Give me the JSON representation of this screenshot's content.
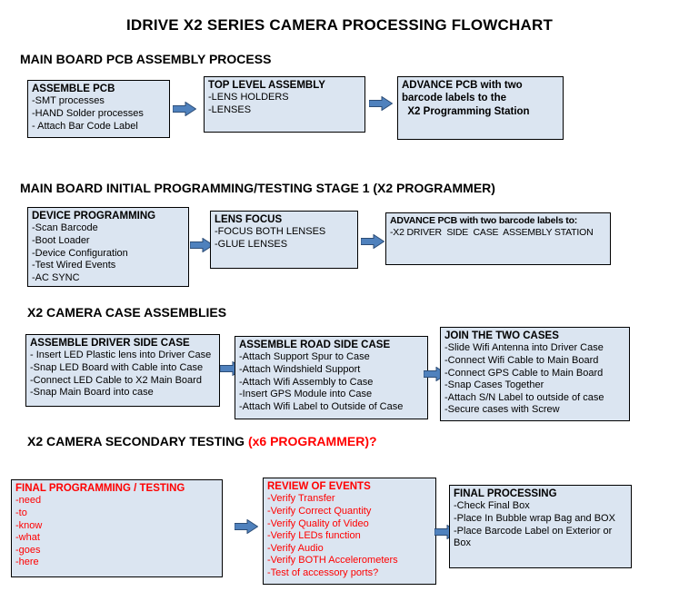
{
  "title": "IDRIVE X2  SERIES CAMERA PROCESSING FLOWCHART",
  "colors": {
    "box_background": "#dbe5f1",
    "box_border": "#000000",
    "arrow_fill": "#4f81bd",
    "arrow_outline": "#2d4d76",
    "alert_red": "#ff0000"
  },
  "sections": [
    {
      "heading": "MAIN BOARD PCB ASSEMBLY PROCESS",
      "boxes": [
        {
          "title": "ASSEMBLE PCB",
          "lines": [
            "-SMT processes",
            "-HAND Solder processes",
            "- Attach Bar Code Label"
          ]
        },
        {
          "title": "TOP LEVEL ASSEMBLY",
          "lines": [
            "-LENS HOLDERS",
            "-LENSES"
          ]
        },
        {
          "title": "",
          "lines": [
            "ADVANCE PCB with two",
            "barcode labels to the",
            "  X2 Programming Station"
          ]
        }
      ]
    },
    {
      "heading": "MAIN BOARD INITIAL PROGRAMMING/TESTING STAGE 1 (X2 PROGRAMMER)",
      "boxes": [
        {
          "title": "DEVICE PROGRAMMING",
          "lines": [
            "-Scan Barcode",
            "-Boot Loader",
            "-Device Configuration",
            "-Test Wired Events",
            "-AC SYNC"
          ]
        },
        {
          "title": "LENS FOCUS",
          "lines": [
            "-FOCUS BOTH LENSES",
            "-GLUE LENSES"
          ]
        },
        {
          "title": "ADVANCE PCB with two barcode labels to:",
          "lines": [
            "-X2 DRIVER  SIDE  CASE  ASSEMBLY STATION"
          ]
        }
      ]
    },
    {
      "heading": "X2 CAMERA CASE ASSEMBLIES",
      "boxes": [
        {
          "title": "ASSEMBLE DRIVER SIDE CASE",
          "lines": [
            "- Insert LED Plastic lens into Driver Case",
            "-Snap LED Board with Cable into Case",
            "-Connect LED Cable to X2 Main Board",
            "-Snap Main Board into case"
          ]
        },
        {
          "title": "ASSEMBLE ROAD SIDE CASE",
          "lines": [
            "-Attach Support Spur to Case",
            "-Attach Windshield Support",
            "-Attach Wifi Assembly to Case",
            "-Insert GPS Module into Case",
            "-Attach Wifi Label to Outside of Case"
          ]
        },
        {
          "title": "JOIN THE TWO CASES",
          "lines": [
            "-Slide Wifi Antenna into Driver Case",
            "-Connect Wifi Cable to Main Board",
            "-Connect GPS Cable to Main Board",
            "-Snap Cases Together",
            "-Attach S/N Label to outside of case",
            "-Secure cases with Screw"
          ]
        }
      ]
    },
    {
      "heading": "X2 CAMERA SECONDARY TESTING ",
      "heading_red": " (x6 PROGRAMMER)?",
      "boxes": [
        {
          "title": "FINAL PROGRAMMING / TESTING",
          "lines": [
            "-need",
            "-to",
            "-know",
            "-what",
            "-goes",
            "-here"
          ]
        },
        {
          "title": "REVIEW OF EVENTS",
          "lines": [
            "-Verify Transfer",
            "-Verify Correct Quantity",
            "-Verify Quality of Video",
            "-Verify LEDs function",
            "-Verify Audio",
            "-Verify BOTH Accelerometers",
            "-Test of accessory ports?"
          ]
        },
        {
          "title": "FINAL PROCESSING",
          "lines": [
            "-Check Final Box",
            "-Place In Bubble wrap Bag and BOX",
            "-Place Barcode Label on Exterior or Box"
          ]
        }
      ]
    }
  ]
}
